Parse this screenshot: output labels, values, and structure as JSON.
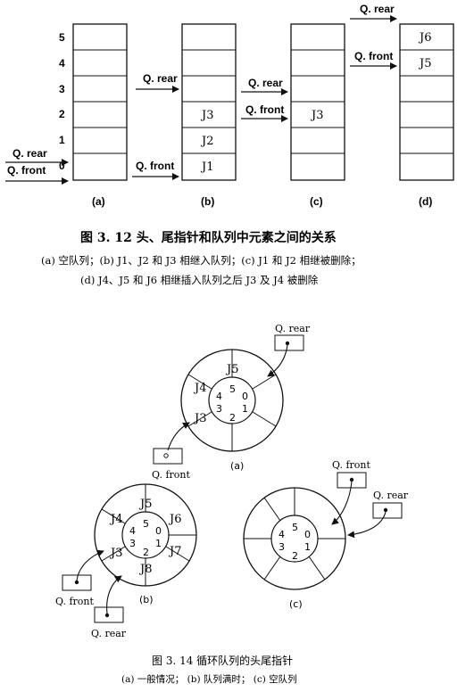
{
  "figure_312": {
    "slot_labels": [
      "5",
      "4",
      "3",
      "2",
      "1",
      "0"
    ],
    "rear_label": "Q. rear",
    "front_label": "Q. front",
    "panels": [
      {
        "tag": "(a)",
        "cells": [
          "",
          "",
          "",
          "",
          "",
          ""
        ]
      },
      {
        "tag": "(b)",
        "cells": [
          "",
          "",
          "",
          "J3",
          "J2",
          "J1"
        ]
      },
      {
        "tag": "(c)",
        "cells": [
          "",
          "",
          "",
          "J3",
          "",
          ""
        ]
      },
      {
        "tag": "(d)",
        "cells": [
          "J6",
          "J5",
          "",
          "",
          "",
          ""
        ]
      }
    ],
    "title": "图 3. 12   头、尾指针和队列中元素之间的关系",
    "caption_line1": "(a) 空队列；(b) J1、J2 和 J3 相继入队列；(c) J1 和 J2 相继被删除；",
    "caption_line2": "(d) J4、J5 和 J6 相继插入队列之后 J3 及 J4 被删除"
  },
  "figure_314": {
    "rear_label": "Q. rear",
    "front_label": "Q. front",
    "index_labels": [
      "0",
      "1",
      "2",
      "3",
      "4",
      "5"
    ],
    "circle_a": {
      "tag": "(a)",
      "elements": [
        "J5",
        "J4",
        "J3"
      ]
    },
    "circle_b": {
      "tag": "(b)",
      "elements": [
        "J5",
        "J6",
        "J7",
        "J8",
        "J3",
        "J4"
      ]
    },
    "circle_c": {
      "tag": "(c)"
    },
    "title": "图 3. 14   循环队列的头尾指针",
    "caption": "(a) 一般情况；  (b) 队列满时；  (c) 空队列"
  }
}
